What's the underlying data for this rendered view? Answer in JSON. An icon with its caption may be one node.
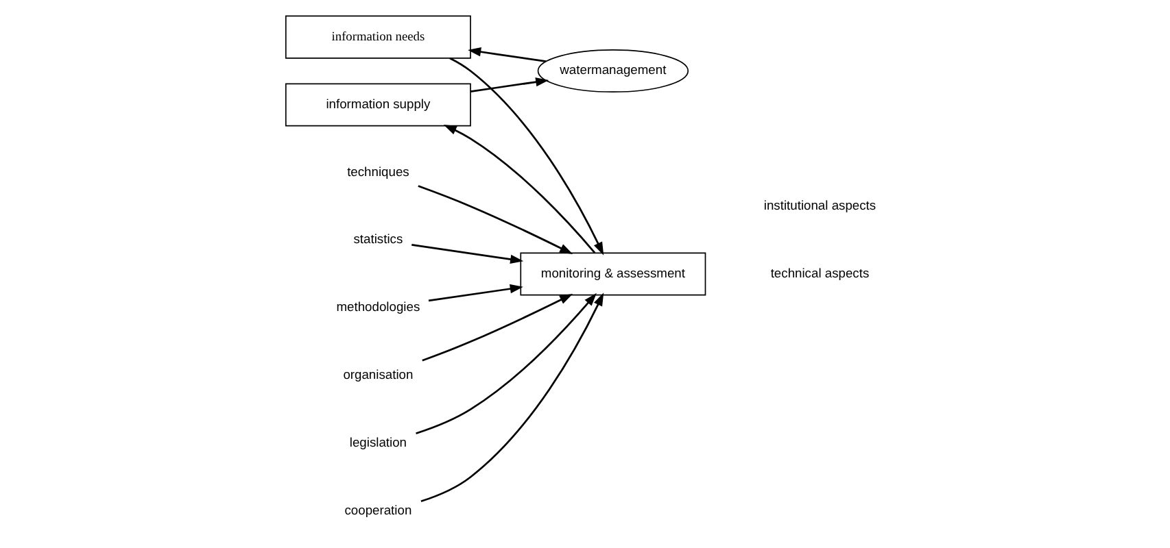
{
  "diagram": {
    "nodes": [
      {
        "text": [
          "information needs"
        ]
      },
      {
        "text": [
          "watermanagement"
        ]
      },
      {
        "text": [
          "monitoring & assessment"
        ]
      },
      {
        "text": [
          "information supply"
        ]
      },
      {
        "text": [
          "techniques"
        ]
      },
      {
        "text": [
          "statistics"
        ]
      },
      {
        "text": [
          "methodologies"
        ]
      },
      {
        "text": [
          "organisation"
        ]
      },
      {
        "text": [
          "legislation"
        ]
      },
      {
        "text": [
          "cooperation"
        ]
      }
    ],
    "edges": [
      {
        "from": 1,
        "to": 0,
        "arrow": "to"
      },
      {
        "from": 0,
        "to": 2,
        "arrow": "to"
      },
      {
        "from": 2,
        "to": 3,
        "arrow": "to"
      },
      {
        "from": 3,
        "to": 1,
        "arrow": "to"
      },
      {
        "from": 4,
        "to": 2,
        "arrow": "to"
      },
      {
        "from": 5,
        "to": 2,
        "arrow": "to"
      },
      {
        "from": 6,
        "to": 2,
        "arrow": "to"
      },
      {
        "from": 7,
        "to": 2,
        "arrow": "to"
      },
      {
        "from": 8,
        "to": 2,
        "arrow": "to"
      },
      {
        "from": 9,
        "to": 2,
        "arrow": "to"
      }
    ],
    "labels": [
      "technical aspects",
      "institutional aspects"
    ]
  }
}
